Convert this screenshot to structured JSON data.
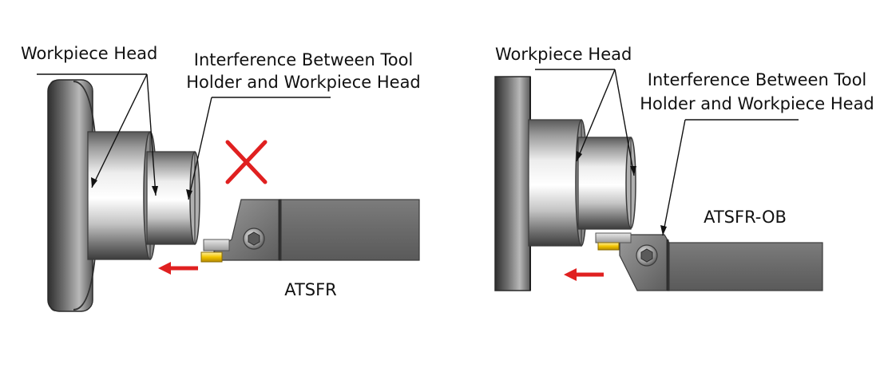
{
  "left_panel": {
    "workpiece_label": "Workpiece Head",
    "interference_line1": "Interference Between Tool",
    "interference_line2": "Holder and Workpiece Head",
    "tool_label": "ATSFR"
  },
  "right_panel": {
    "workpiece_label": "Workpiece Head",
    "interference_line1": "Interference Between Tool",
    "interference_line2": "Holder and Workpiece Head",
    "tool_label": "ATSFR-OB"
  },
  "colors": {
    "cross_mark": "#e02020",
    "arrow": "#e02020",
    "insert": "#f2c400",
    "tool_body": "#6e6e6e",
    "workpiece_dark": "#4a4a4a",
    "workpiece_light": "#e6e6e6"
  },
  "icons": {
    "cross": "x-mark-icon",
    "arrow": "arrow-left-icon",
    "screw": "hex-socket-screw-icon"
  }
}
